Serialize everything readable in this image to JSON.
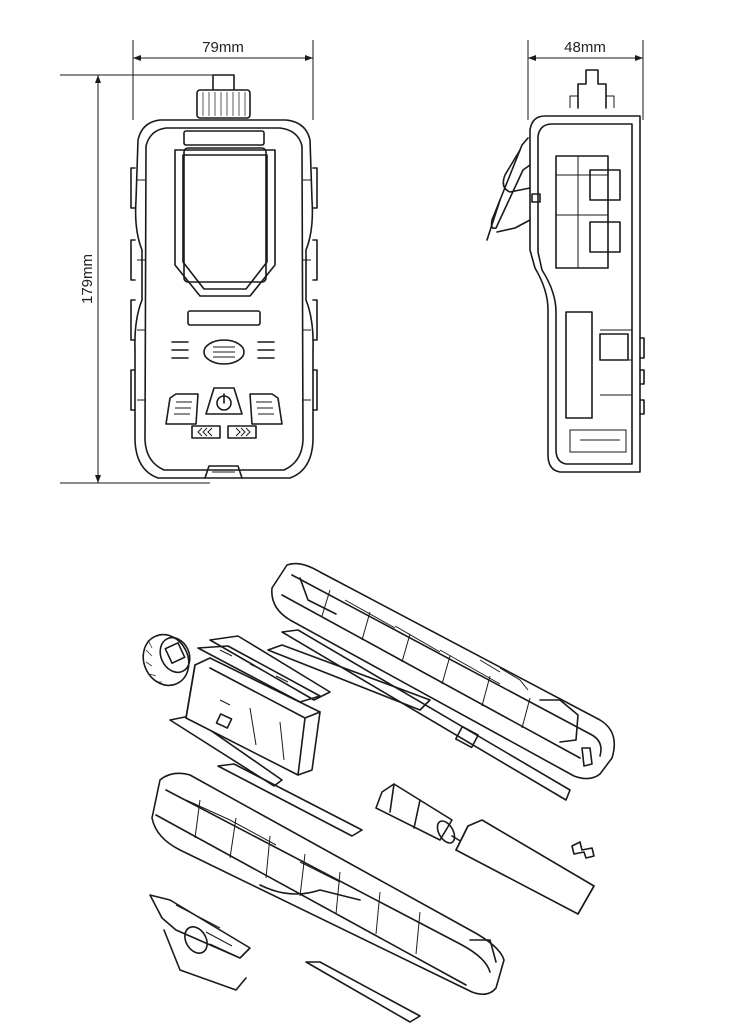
{
  "dimensions": {
    "width_front": "79mm",
    "height_front": "179mm",
    "depth_side": "48mm"
  },
  "views": {
    "front": "front-view",
    "side": "side-view",
    "exploded": "exploded-view"
  }
}
